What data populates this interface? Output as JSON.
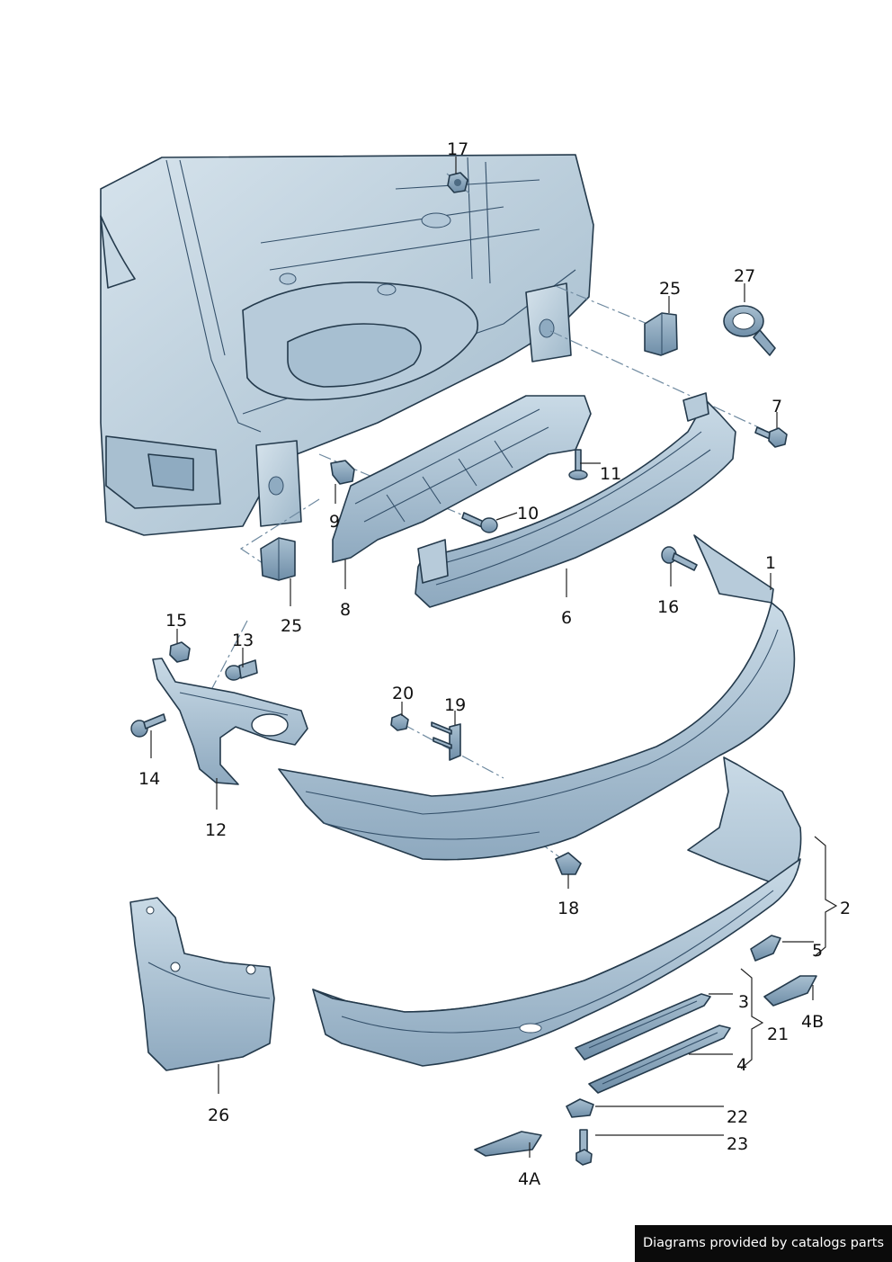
{
  "callouts": {
    "c1": "1",
    "c2": "2",
    "c3": "3",
    "c4": "4",
    "c4a": "4A",
    "c4b": "4B",
    "c5": "5",
    "c6": "6",
    "c7": "7",
    "c8": "8",
    "c9": "9",
    "c10": "10",
    "c11": "11",
    "c12": "12",
    "c13": "13",
    "c14": "14",
    "c15": "15",
    "c16": "16",
    "c17": "17",
    "c18": "18",
    "c19": "19",
    "c20": "20",
    "c21": "21",
    "c22": "22",
    "c23": "23",
    "c25a": "25",
    "c25b": "25",
    "c26": "26",
    "c27": "27"
  },
  "credit": "Diagrams provided by catalogs parts",
  "colors": {
    "part_fill": "#c3d5e2",
    "part_shadow": "#7f9cb3",
    "outline": "#243a4c",
    "label": "#111111"
  }
}
